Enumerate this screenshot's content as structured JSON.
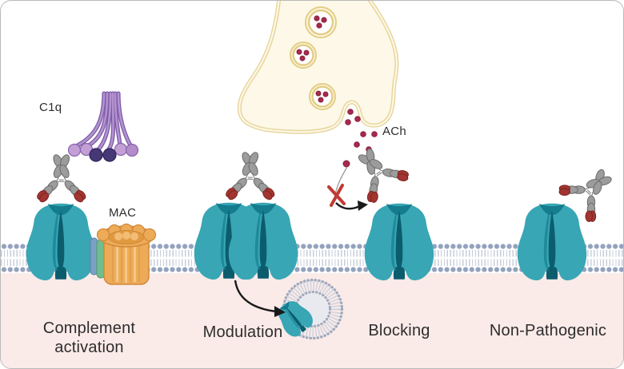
{
  "diagram": {
    "molecule_labels": {
      "c1q": "C1q",
      "mac": "MAC",
      "ach": "ACh"
    },
    "mechanisms": [
      {
        "label": "Complement activation"
      },
      {
        "label": "Modulation"
      },
      {
        "label": "Blocking"
      },
      {
        "label": "Non-Pathogenic"
      }
    ],
    "colors": {
      "receptor_teal": "#38a6b4",
      "receptor_channel_dark": "#0b5d6e",
      "antibody_gray": "#9c9c9c",
      "antibody_tip_red": "#a23531",
      "ach_dot_red": "#a62a4e",
      "c1q_purple": "#a884c6",
      "c1q_head_dark": "#463777",
      "mac_orange": "#eeab57",
      "complement_protein_green": "#72bd8d",
      "complement_protein_blue": "#7ba0c6",
      "presynaptic_cream": "#fdf8e7",
      "presynaptic_outline": "#e6d49a",
      "membrane_head_gray": "#93a2bd",
      "muscle_pink": "#faeae8",
      "blocked_x_red": "#c13a33",
      "arrow_black": "#1a1a1a"
    }
  }
}
